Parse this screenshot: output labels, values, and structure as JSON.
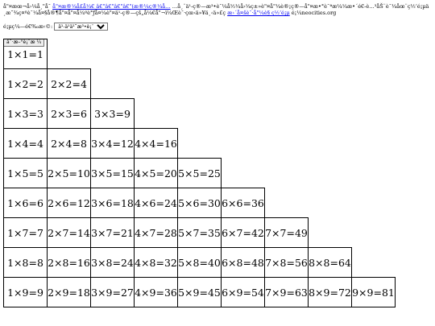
{
  "header": {
    "garbled_text": "å\"¤æœ¬å›¼å¸\"å¯ ",
    "link_text": "å\"¤æ®¼å£å¼€ â€\"â€\"â€\"â€\"(æ®¼ç®¼å…",
    "tail_text": "…å¸¨ä¹-ç®—æ³•è¯¼å½¼å›¼ç±»è\"¤å\"¼è®¡ç®—å\"¤æ•°è¯ªæ¼¼æ•´é€-è…³åŠ¨è¯¼åœ¨ç½‘é¡µä¸­æ˜¾ç¤ºè¯¼å¤§å®¶å\"¤å\"¤å¼ºè°ƒå¤¼è\"¤ä¹-ç®—çš„å¼€å\"¬ï¼Œè¯·çœ‹ä»¥ä¸‹ä»£ç ",
    "link2_text": "æ›´å¤šè¯·å\"¼è§ ç½‘é¡µ",
    "site_text": "é¡¼neocities.org"
  },
  "controls": {
    "label": "é¡µç¼—é€‰æ‹©:",
    "select_value": "ä¹-ä¹ä¹˜æ³•è¡¨"
  },
  "button": {
    "label": "åˆ·æ–°è¡¨æ ¼"
  },
  "table": {
    "rows": [
      [
        "1×1=1"
      ],
      [
        "1×2=2",
        "2×2=4"
      ],
      [
        "1×3=3",
        "2×3=6",
        "3×3=9"
      ],
      [
        "1×4=4",
        "2×4=8",
        "3×4=12",
        "4×4=16"
      ],
      [
        "1×5=5",
        "2×5=10",
        "3×5=15",
        "4×5=20",
        "5×5=25"
      ],
      [
        "1×6=6",
        "2×6=12",
        "3×6=18",
        "4×6=24",
        "5×6=30",
        "6×6=36"
      ],
      [
        "1×7=7",
        "2×7=14",
        "3×7=21",
        "4×7=28",
        "5×7=35",
        "6×7=42",
        "7×7=49"
      ],
      [
        "1×8=8",
        "2×8=16",
        "3×8=24",
        "4×8=32",
        "5×8=40",
        "6×8=48",
        "7×8=56",
        "8×8=64"
      ],
      [
        "1×9=9",
        "2×9=18",
        "3×9=27",
        "4×9=36",
        "5×9=45",
        "6×9=54",
        "7×9=63",
        "8×9=72",
        "9×9=81"
      ]
    ]
  }
}
